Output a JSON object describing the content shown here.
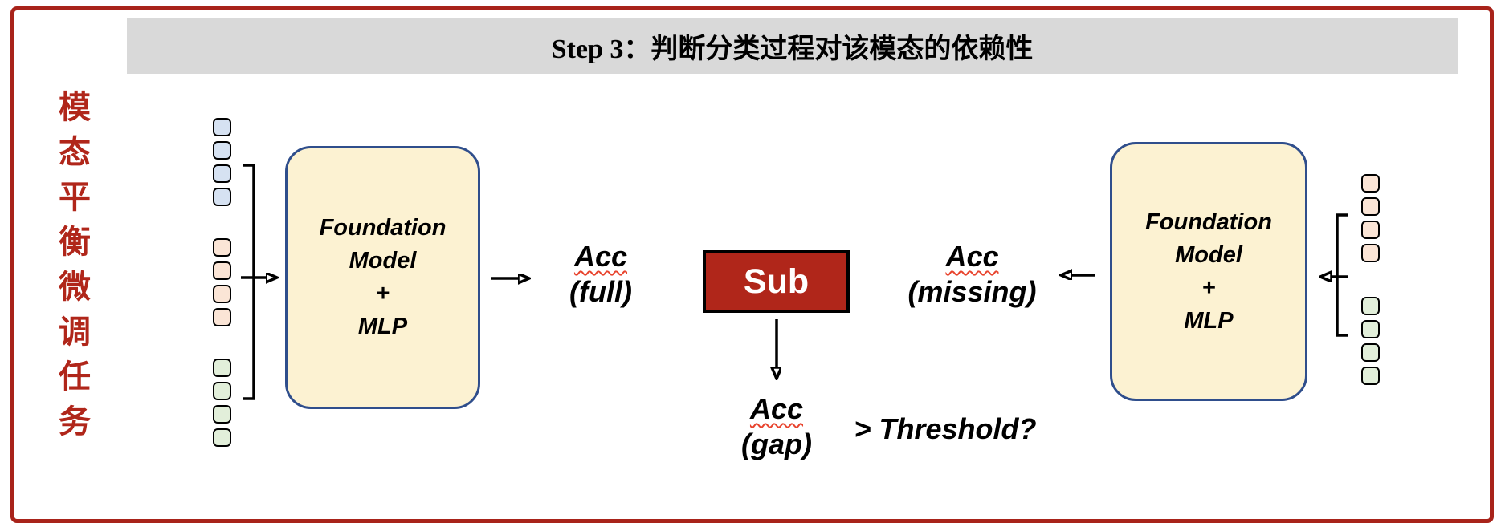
{
  "colors": {
    "frame-red": "#A8231A",
    "accent-red": "#B0261A",
    "sub-red": "#B0261A",
    "header-gray": "#D9D9D9",
    "cream": "#FCF2D2",
    "blue-border": "#2F4E8C",
    "token-blue": "#D6E2F2",
    "token-orange": "#FBE5D6",
    "token-green": "#E2EFDA",
    "squiggle-red": "#E8442E"
  },
  "header": {
    "title": "Step 3：判断分类过程对该模态的依赖性"
  },
  "side_label": {
    "text": "模态平衡微调任务"
  },
  "left_tokens": {
    "groups": [
      {
        "name": "modality-a-blue",
        "color_key": "token-blue",
        "count": 4
      },
      {
        "name": "modality-b-orange",
        "color_key": "token-orange",
        "count": 4
      },
      {
        "name": "modality-c-green",
        "color_key": "token-green",
        "count": 4
      }
    ]
  },
  "right_tokens": {
    "groups": [
      {
        "name": "modality-b-orange",
        "color_key": "token-orange",
        "count": 4
      },
      {
        "name": "modality-c-green",
        "color_key": "token-green",
        "count": 4
      }
    ]
  },
  "left_model": {
    "lines": "Foundation\nModel\n+\nMLP"
  },
  "right_model": {
    "lines": "Foundation\nModel\n+\nMLP"
  },
  "sub": {
    "label": "Sub"
  },
  "labels": {
    "acc_full": {
      "line1": "Acc",
      "line2": "(full)"
    },
    "acc_missing": {
      "line1": "Acc",
      "line2": "(missing)"
    },
    "acc_gap": {
      "line1": "Acc",
      "line2": "(gap)"
    },
    "threshold": "> Threshold?"
  }
}
